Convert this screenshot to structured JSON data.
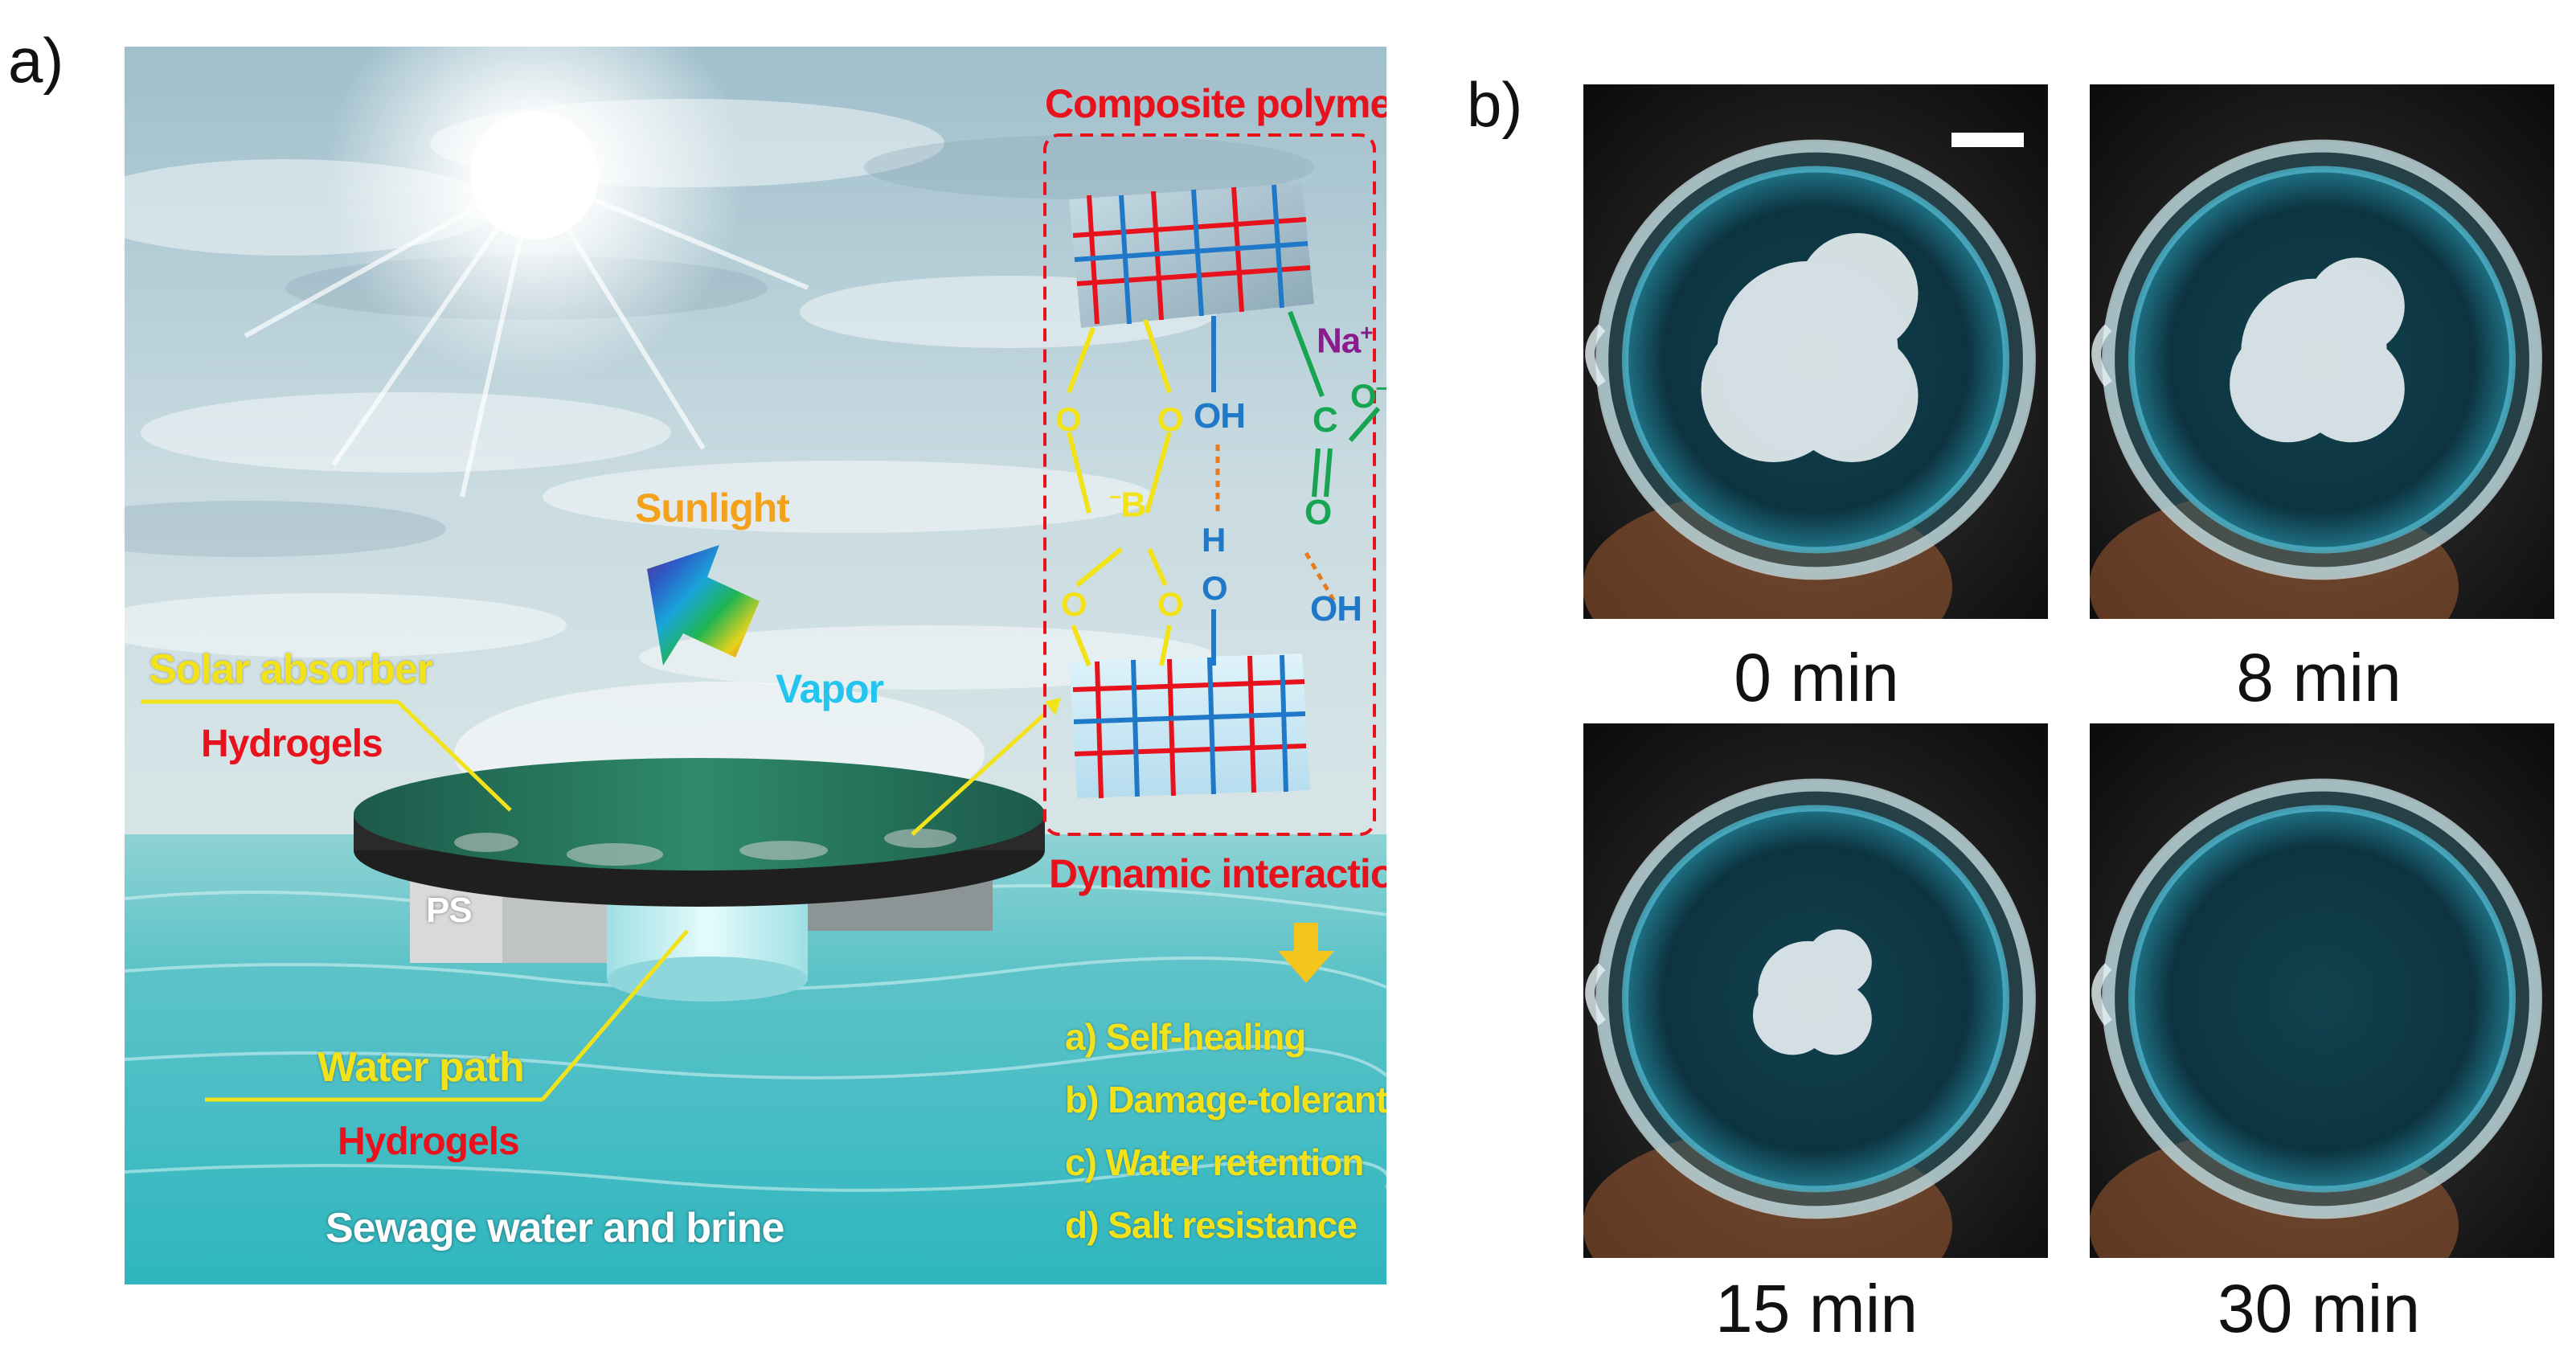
{
  "panels": {
    "a": {
      "letter": "a)",
      "labels": {
        "sunlight": "Sunlight",
        "vapor": "Vapor",
        "solar_absorber": "Solar absorber",
        "hydrogels_top": "Hydrogels",
        "ps": "PS",
        "water_path": "Water path",
        "hydrogels_bottom": "Hydrogels",
        "sewage": "Sewage water and brine",
        "composite_polymers": "Composite polymers",
        "dynamic_interactions": "Dynamic interactions"
      },
      "chemistry": {
        "na": "Na",
        "na_charge": "+",
        "o_minus": "O",
        "minus": "−",
        "c": "C",
        "o_double": "O",
        "oh_top": "OH",
        "h": "H",
        "o_mid": "O",
        "oh_right": "OH",
        "b": "B",
        "b_charge": "−",
        "o_b1": "O",
        "o_b2": "O",
        "o_b3": "O",
        "o_b4": "O"
      },
      "properties": [
        "a) Self-healing",
        "b) Damage-tolerant",
        "c) Water retention",
        "d) Salt resistance"
      ]
    },
    "b": {
      "letter": "b)",
      "photos": [
        {
          "time": "0 min",
          "blob": 1.0
        },
        {
          "time": "8 min",
          "blob": 0.65
        },
        {
          "time": "15 min",
          "blob": 0.3
        },
        {
          "time": "30 min",
          "blob": 0.0
        }
      ]
    }
  },
  "colors": {
    "label_yellow": "#f2e21a",
    "label_red": "#e8121c",
    "label_orange": "#f4a21c",
    "label_cyan": "#23c4ee",
    "sea": "#4fc3c8",
    "sky": "#b9d3db"
  }
}
